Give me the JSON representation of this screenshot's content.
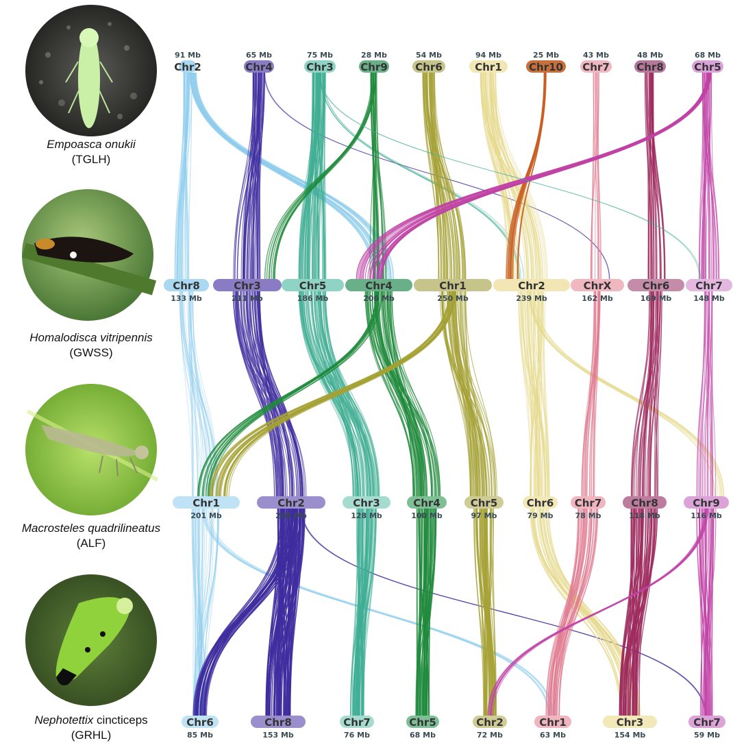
{
  "species": [
    {
      "name_italic": "Empoasca onukii",
      "name_plain": "",
      "abbr": "(TGLH)",
      "photo": "green-leafhopper-nymph-on-soil"
    },
    {
      "name_italic": "Homalodisca vitripennis",
      "name_plain": "",
      "abbr": "(GWSS)",
      "photo": "dark-sharpshooter-on-stem"
    },
    {
      "name_italic": "Macrosteles quadrilineatus",
      "name_plain": "",
      "abbr": "(ALF)",
      "photo": "pale-leafhopper-on-leaf"
    },
    {
      "name_italic": "Nephotettix",
      "name_plain": " cincticeps",
      "abbr": "(GRHL)",
      "photo": "green-leafhopper-black-wingtips"
    }
  ],
  "tracks": [
    {
      "chromosomes": [
        {
          "label": "Chr2",
          "size": "91 Mb",
          "color": "#a9d8f0"
        },
        {
          "label": "Chr4",
          "size": "65 Mb",
          "color": "#8a7cc4"
        },
        {
          "label": "Chr3",
          "size": "75 Mb",
          "color": "#8fd3c4"
        },
        {
          "label": "Chr9",
          "size": "28 Mb",
          "color": "#69b088"
        },
        {
          "label": "Chr6",
          "size": "54 Mb",
          "color": "#c6c48a"
        },
        {
          "label": "Chr1",
          "size": "94 Mb",
          "color": "#f1e6b4"
        },
        {
          "label": "Chr10",
          "size": "25 Mb",
          "color": "#c8703c"
        },
        {
          "label": "Chr7",
          "size": "43 Mb",
          "color": "#efb7c0"
        },
        {
          "label": "Chr8",
          "size": "48 Mb",
          "color": "#b5789a"
        },
        {
          "label": "Chr5",
          "size": "68 Mb",
          "color": "#d9a2d8"
        }
      ]
    },
    {
      "chromosomes": [
        {
          "label": "Chr8",
          "size": "133 Mb",
          "color": "#a9d8f0"
        },
        {
          "label": "Chr3",
          "size": "211 Mb",
          "color": "#8a7cc4"
        },
        {
          "label": "Chr5",
          "size": "186 Mb",
          "color": "#8fd3c4"
        },
        {
          "label": "Chr4",
          "size": "206 Mb",
          "color": "#69b088"
        },
        {
          "label": "Chr1",
          "size": "250 Mb",
          "color": "#c6c48a"
        },
        {
          "label": "Chr2",
          "size": "239 Mb",
          "color": "#f1e6b4"
        },
        {
          "label": "ChrX",
          "size": "162 Mb",
          "color": "#efb7c0"
        },
        {
          "label": "Chr6",
          "size": "169 Mb",
          "color": "#c48ca8"
        },
        {
          "label": "Chr7",
          "size": "148 Mb",
          "color": "#e3b7e0"
        }
      ]
    },
    {
      "chromosomes": [
        {
          "label": "Chr1",
          "size": "201 Mb",
          "color": "#bfe3f5"
        },
        {
          "label": "Chr2",
          "size": "208 Mb",
          "color": "#9a8fcc"
        },
        {
          "label": "Chr3",
          "size": "128 Mb",
          "color": "#a6dccf"
        },
        {
          "label": "Chr4",
          "size": "100 Mb",
          "color": "#7fbf96"
        },
        {
          "label": "Chr5",
          "size": "97 Mb",
          "color": "#cfcc95"
        },
        {
          "label": "Chr6",
          "size": "79 Mb",
          "color": "#f2e8b8"
        },
        {
          "label": "Chr7",
          "size": "78 Mb",
          "color": "#f0b5bf"
        },
        {
          "label": "Chr8",
          "size": "118 Mb",
          "color": "#bd7b9e"
        },
        {
          "label": "Chr9",
          "size": "116 Mb",
          "color": "#dca3d8"
        }
      ]
    },
    {
      "chromosomes": [
        {
          "label": "Chr6",
          "size": "85 Mb",
          "color": "#bfe3f5"
        },
        {
          "label": "Chr8",
          "size": "153 Mb",
          "color": "#9a8fcc"
        },
        {
          "label": "Chr7",
          "size": "76 Mb",
          "color": "#a6dccf"
        },
        {
          "label": "Chr5",
          "size": "68 Mb",
          "color": "#7fbf96"
        },
        {
          "label": "Chr2",
          "size": "72 Mb",
          "color": "#cfcc95"
        },
        {
          "label": "Chr1",
          "size": "63 Mb",
          "color": "#f0b5bf"
        },
        {
          "label": "Chr3",
          "size": "154 Mb",
          "color": "#f2e8b8"
        },
        {
          "label": "Chr7",
          "size": "59 Mb",
          "color": "#dca3d8"
        }
      ]
    }
  ],
  "ribbon_colors": {
    "lightblue": "#8fcdee",
    "indigo": "#3f2c9e",
    "teal": "#3fae93",
    "green": "#1f8a3c",
    "olive": "#a5a136",
    "cream": "#e6d98c",
    "orange": "#c85e22",
    "pink": "#e07a90",
    "maroon": "#9e2a5e",
    "magenta": "#c043a6"
  }
}
